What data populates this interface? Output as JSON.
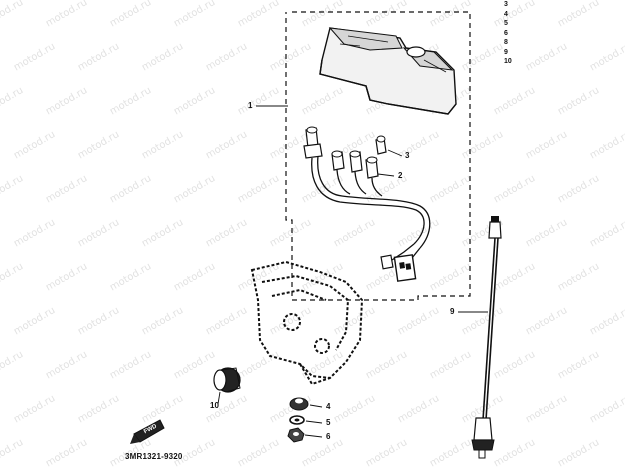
{
  "watermark_text": "motod.ru",
  "top_right_index": [
    "3",
    "4",
    "5",
    "6",
    "8",
    "9",
    "10"
  ],
  "callouts": {
    "c1": "1",
    "c2": "2",
    "c3": "3",
    "c4": "4",
    "c5": "5",
    "c6": "6",
    "c9": "9",
    "c10": "10"
  },
  "fwd_label": "FWD",
  "part_code": "3MR1321-9320"
}
